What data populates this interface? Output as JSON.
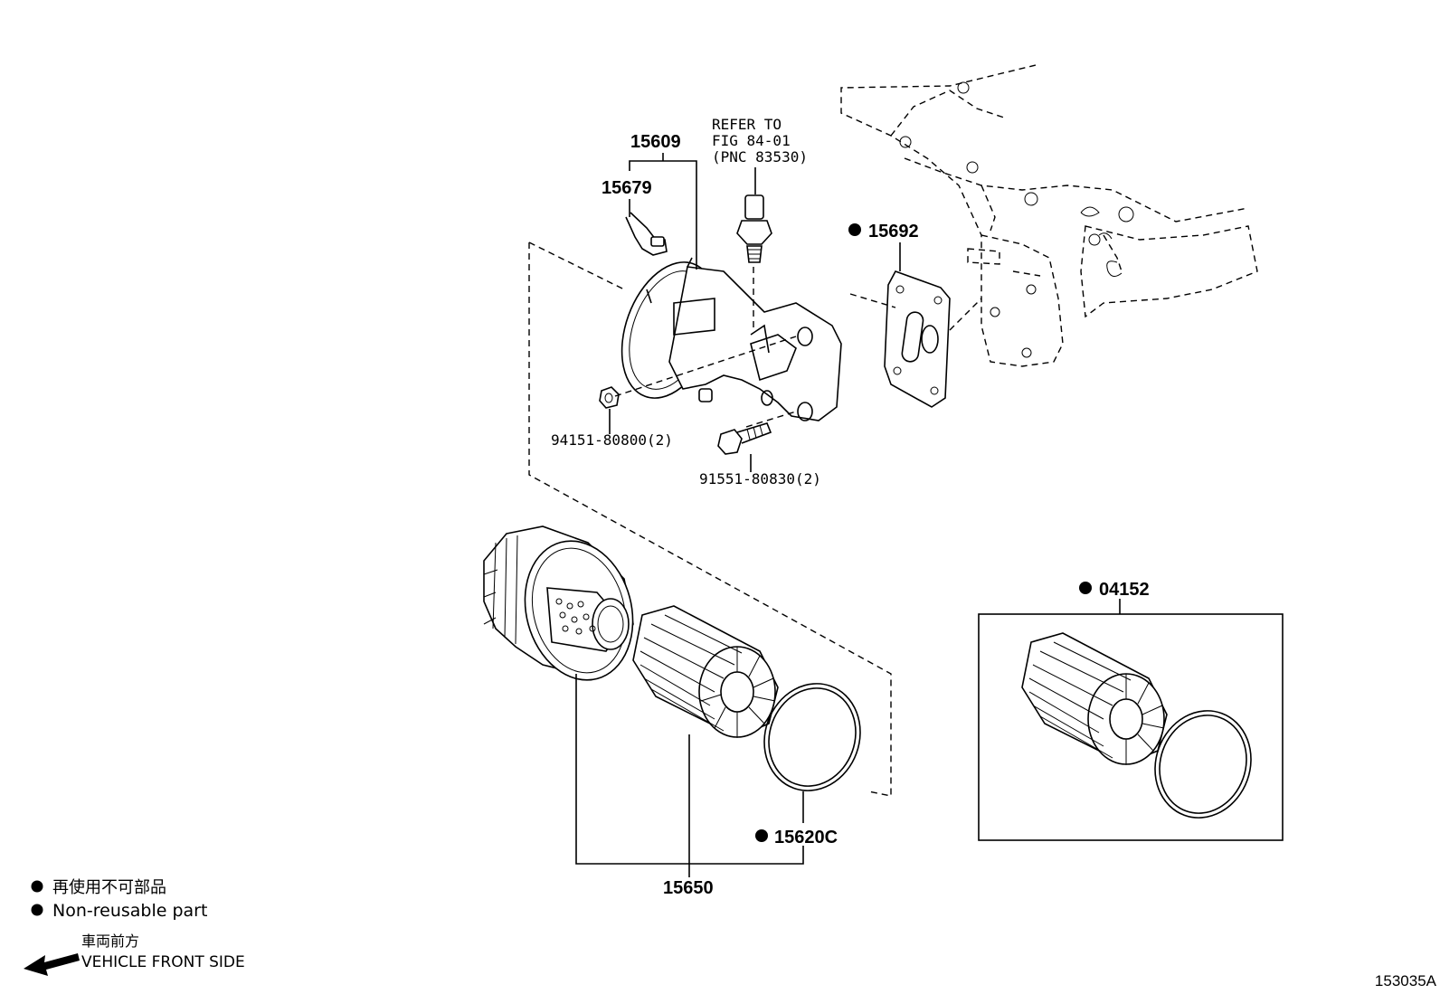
{
  "diagram_code": "153035A",
  "parts": {
    "p15609": "15609",
    "p15679": "15679",
    "p15692": "15692",
    "p94151": "94151-80800(2)",
    "p91551": "91551-80830(2)",
    "p15650": "15650",
    "p15620C": "15620C",
    "p04152": "04152"
  },
  "refer": {
    "line1": "REFER TO",
    "line2": "FIG 84-01",
    "line3": "(PNC 83530)"
  },
  "legend": {
    "symbol": "●",
    "line_jp": "再使用不可部品",
    "line_en": "Non-reusable part"
  },
  "front": {
    "line_jp": "車両前方",
    "line_en": "VEHICLE FRONT SIDE"
  }
}
